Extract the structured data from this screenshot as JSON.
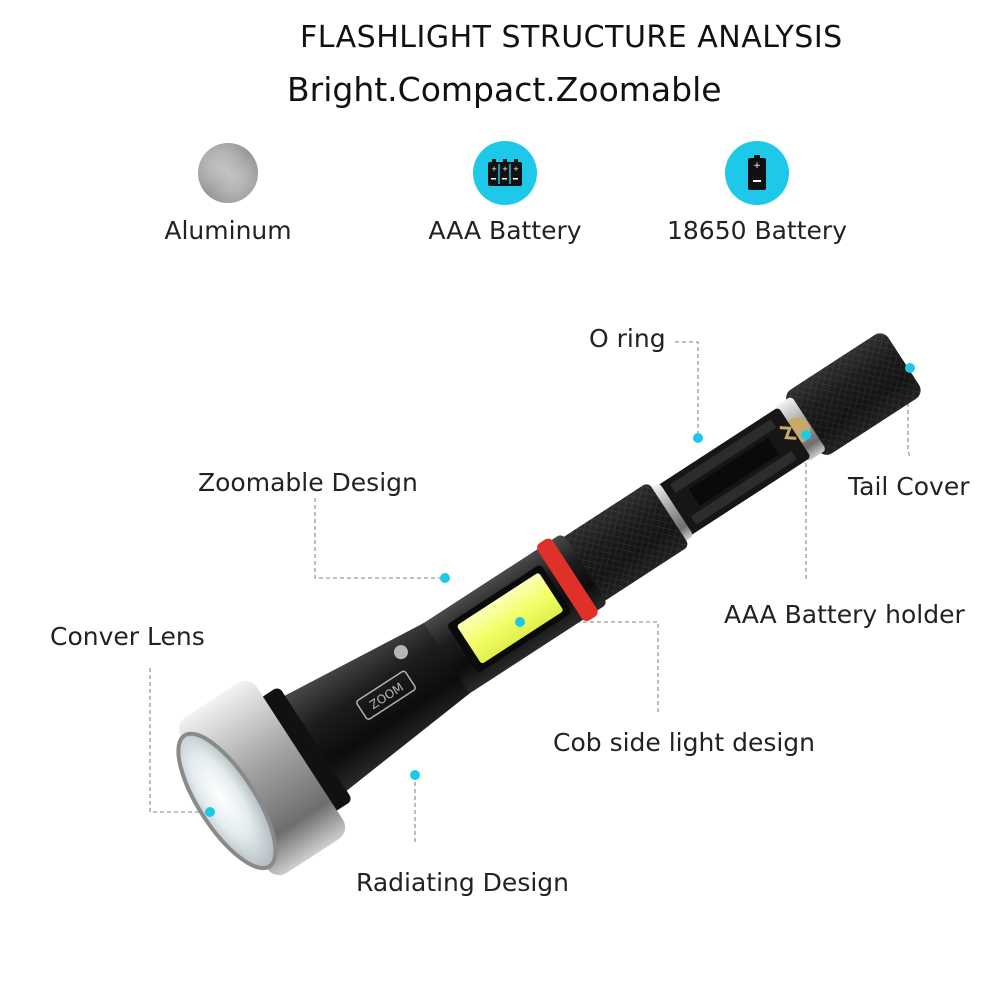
{
  "header": {
    "title": "FLASHLIGHT STRUCTURE ANALYSIS",
    "subtitle": "Bright.Compact.Zoomable"
  },
  "features": [
    {
      "label": "Aluminum",
      "icon": "aluminum-disc-icon"
    },
    {
      "label": "AAA Battery",
      "icon": "aaa-battery-icon"
    },
    {
      "label": "18650 Battery",
      "icon": "18650-battery-icon"
    }
  ],
  "callouts": {
    "o_ring": "O ring",
    "tail_cover": "Tail Cover",
    "zoomable_design": "Zoomable Design",
    "aaa_battery_holder": "AAA Battery holder",
    "conver_lens": "Conver Lens",
    "cob_side_light": "Cob side light design",
    "radiating_design": "Radiating Design"
  },
  "product_markings": {
    "zoom": "ZOOM"
  },
  "colors": {
    "accent_cyan": "#1ec8e8",
    "cob_yellow": "#f4ff6a",
    "ring_red": "#e0302a",
    "body_black": "#1a1a1a"
  }
}
